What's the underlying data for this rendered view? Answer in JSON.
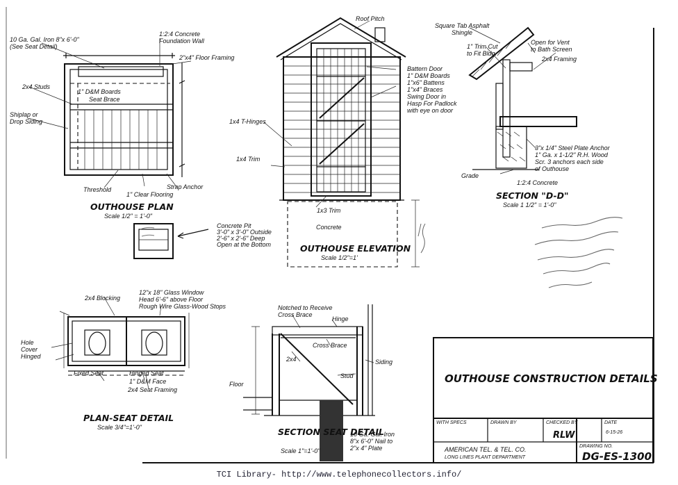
{
  "sheet": {
    "title": "OUTHOUSE CONSTRUCTION DETAILS",
    "drawing_no": "DG-ES-1300",
    "company": "AMERICAN TEL. & TEL. CO.",
    "department": "LONG LINES PLANT DEPARTMENT",
    "field_with_specs": "WITH SPECS",
    "field_drawn_by": "DRAWN BY",
    "field_checked_by": "CHECKED BY",
    "field_date": "DATE",
    "field_drawing_no": "DRAWING NO.",
    "checked_initials": "RLW",
    "date_value": "6-15-26"
  },
  "views": {
    "plan": {
      "title": "OUTHOUSE PLAN",
      "scale": "Scale 1/2\" = 1'-0\""
    },
    "elevation": {
      "title": "OUTHOUSE ELEVATION",
      "scale": "Scale 1/2\"=1'"
    },
    "section_dd": {
      "title": "SECTION \"D-D\"",
      "scale": "Scale 1 1/2\" = 1'-0\""
    },
    "plan_seat": {
      "title": "PLAN-SEAT DETAIL",
      "scale": "Scale 3/4\"=1'-0\""
    },
    "section_seat": {
      "title": "SECTION SEAT DETAIL",
      "scale": "Scale 1\"=1'-0\""
    }
  },
  "labels": {
    "plan_1": "10 Ga. Gal. Iron 8\"x 6'-0\"",
    "plan_2": "(See Seat Detail)",
    "plan_3": "1:2:4 Concrete",
    "plan_4": "Foundation Wall",
    "plan_5": "2\"x4\" Floor Framing",
    "plan_6": "2x4 Studs",
    "plan_7": "1\" D&M Boards",
    "plan_8": "Seat Brace",
    "plan_9": "Shiplap or",
    "plan_10": "Drop Siding",
    "plan_11": "Threshold",
    "plan_12": "1\" Clear Flooring",
    "plan_13": "Strap Anchor",
    "elev_1": "Roof Pitch",
    "elev_2": "Battern Door",
    "elev_3": "1\" D&M Boards",
    "elev_4": "1\"x6\" Battens",
    "elev_5": "1\"x4\" Braces",
    "elev_6": "Swing Door in",
    "elev_7": "Hasp For Padlock",
    "elev_8": "with eye on door",
    "elev_9": "1x4 T-Hinges",
    "elev_10": "1x4 Trim",
    "elev_11": "1x3 Trim",
    "elev_12": "Concrete Pit",
    "elev_13": "3'-0\" x 3'-0\" Outside",
    "elev_14": "2'-6\" x 2'-6\" Deep",
    "elev_15": "Open at the Bottom",
    "elev_16": "Concrete",
    "sect_1": "Square Tab Asphalt",
    "sect_2": "Shingle",
    "sect_3": "1\" Trim Cut",
    "sect_4": "to Fit Bldg.",
    "sect_5": "Open for Vent",
    "sect_6": "to Bath Screen",
    "sect_7": "2x4 Framing",
    "sect_8": "3\"x 1/4\" Steel Plate Anchor",
    "sect_9": "1\" Ga. x 1-1/2\" R.H. Wood",
    "sect_10": "Scr. 3 anchors each side",
    "sect_11": "of Outhouse",
    "sect_12": "1:2:4 Concrete",
    "sect_13": "Grade",
    "seat_1": "2x4 Blocking",
    "seat_2": "12\"x 18\" Glass Window",
    "seat_3": "Head 6'-6\" above Floor",
    "seat_4": "Rough Wire Glass-Wood Stops",
    "seat_5": "Hole",
    "seat_6": "Cover",
    "seat_7": "Hinged",
    "seat_8": "Fixed Seat",
    "seat_9": "Hinged Seat",
    "seat_10": "1\" D&M Face",
    "seat_11": "2x4 Seat Framing",
    "seat_12": "Notched to Receive",
    "seat_13": "Cross Brace",
    "seat_14": "Hinge",
    "seat_15": "Cross Brace",
    "seat_16": "2x4",
    "seat_17": "Siding",
    "seat_18": "Stud",
    "seat_19": "Floor",
    "seat_20": "10 Ga. Gal. Iron",
    "seat_21": "8\"x 6'-0\" Nail to",
    "seat_22": "2\"x 4\" Plate"
  },
  "footer": "TCI Library- http://www.telephonecollectors.info/"
}
